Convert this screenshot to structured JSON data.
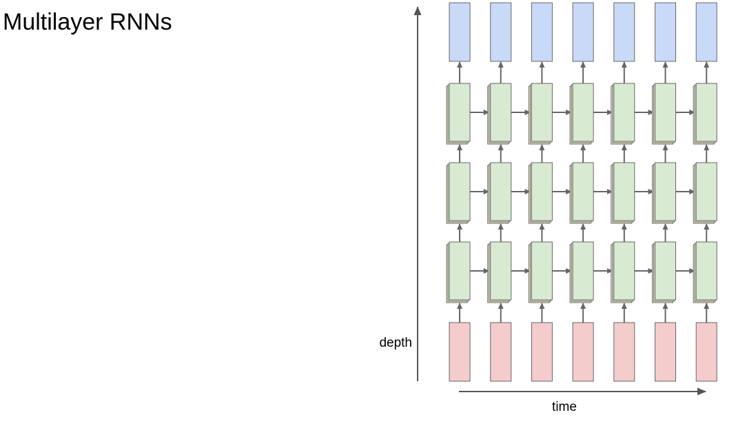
{
  "slide": {
    "title": "Multilayer RNNs"
  },
  "diagram": {
    "axis_labels": {
      "vertical": "depth",
      "horizontal": "time"
    },
    "columns": 7,
    "hidden_layers": 3,
    "colors": {
      "output_fill": "#c9daf8",
      "hidden_fill": "#d9ead3",
      "hidden_back_fill": "#fff2cc",
      "input_fill": "#f4cccc",
      "box_stroke": "#666666",
      "arrow": "#666666",
      "axis": "#555555"
    }
  }
}
